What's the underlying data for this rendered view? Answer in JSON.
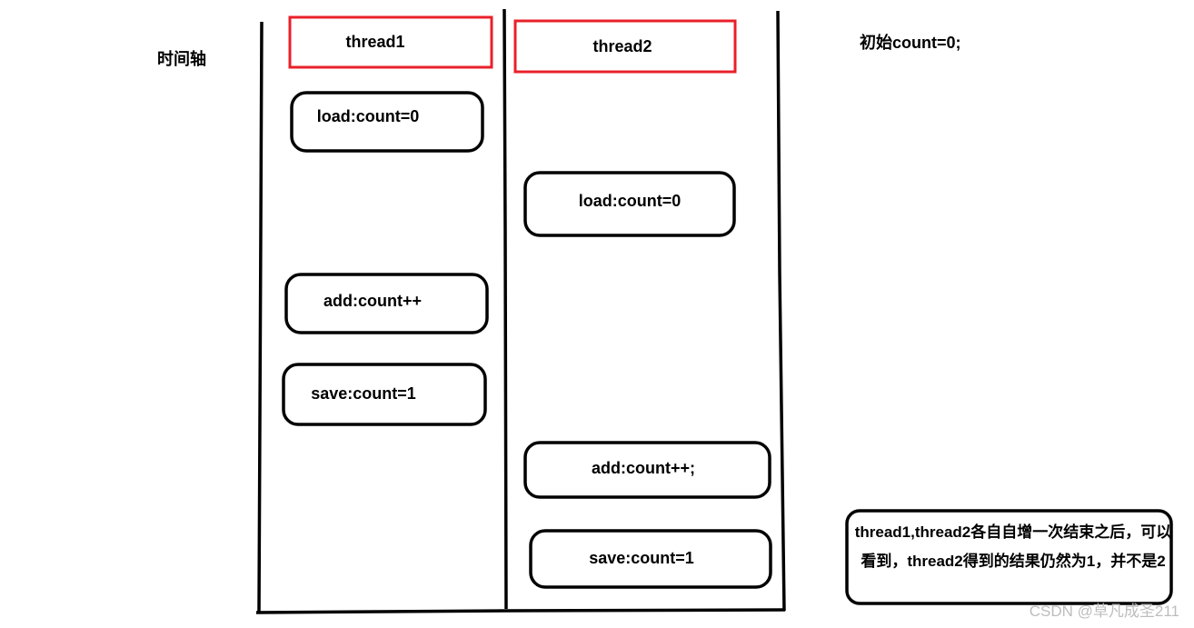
{
  "timeline_label": "时间轴",
  "initial_note": "初始count=0;",
  "threads": [
    {
      "name": "thread1"
    },
    {
      "name": "thread2"
    }
  ],
  "thread1_steps": [
    "load:count=0",
    "add:count++",
    "save:count=1"
  ],
  "thread2_steps": [
    "load:count=0",
    "add:count++;",
    "save:count=1"
  ],
  "conclusion": "thread1,thread2各自自增一次结束之后，可以看到，thread2得到的结果仍然为1，并不是2",
  "watermark": "CSDN @草凡成圣211",
  "colors": {
    "header_border": "#e8202a",
    "line": "#000000"
  }
}
